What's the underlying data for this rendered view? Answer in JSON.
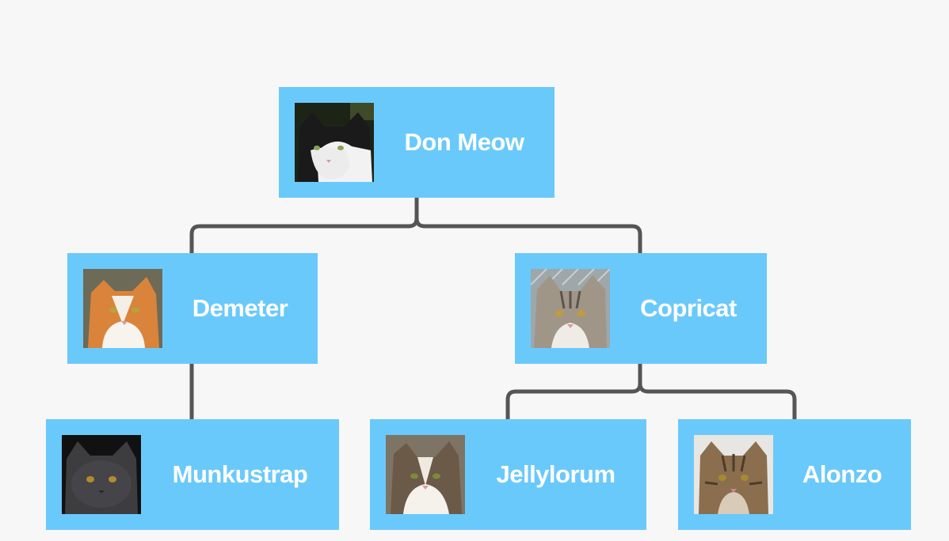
{
  "nodes": [
    {
      "id": "don",
      "name": "Don Meow",
      "parent": null,
      "photo_icon": "black-white-cat-photo"
    },
    {
      "id": "demeter",
      "name": "Demeter",
      "parent": "don",
      "photo_icon": "orange-white-cat-photo"
    },
    {
      "id": "copricat",
      "name": "Copricat",
      "parent": "don",
      "photo_icon": "grey-tabby-cat-photo"
    },
    {
      "id": "munkustrap",
      "name": "Munkustrap",
      "parent": "demeter",
      "photo_icon": "grey-cat-photo"
    },
    {
      "id": "jellylorum",
      "name": "Jellylorum",
      "parent": "copricat",
      "photo_icon": "calico-cat-photo"
    },
    {
      "id": "alonzo",
      "name": "Alonzo",
      "parent": "copricat",
      "photo_icon": "brown-tabby-cat-photo"
    }
  ],
  "colors": {
    "background": "#f7f7f7",
    "node_fill": "#6ac9fb",
    "node_text": "#ffffff",
    "connector": "#555555"
  }
}
